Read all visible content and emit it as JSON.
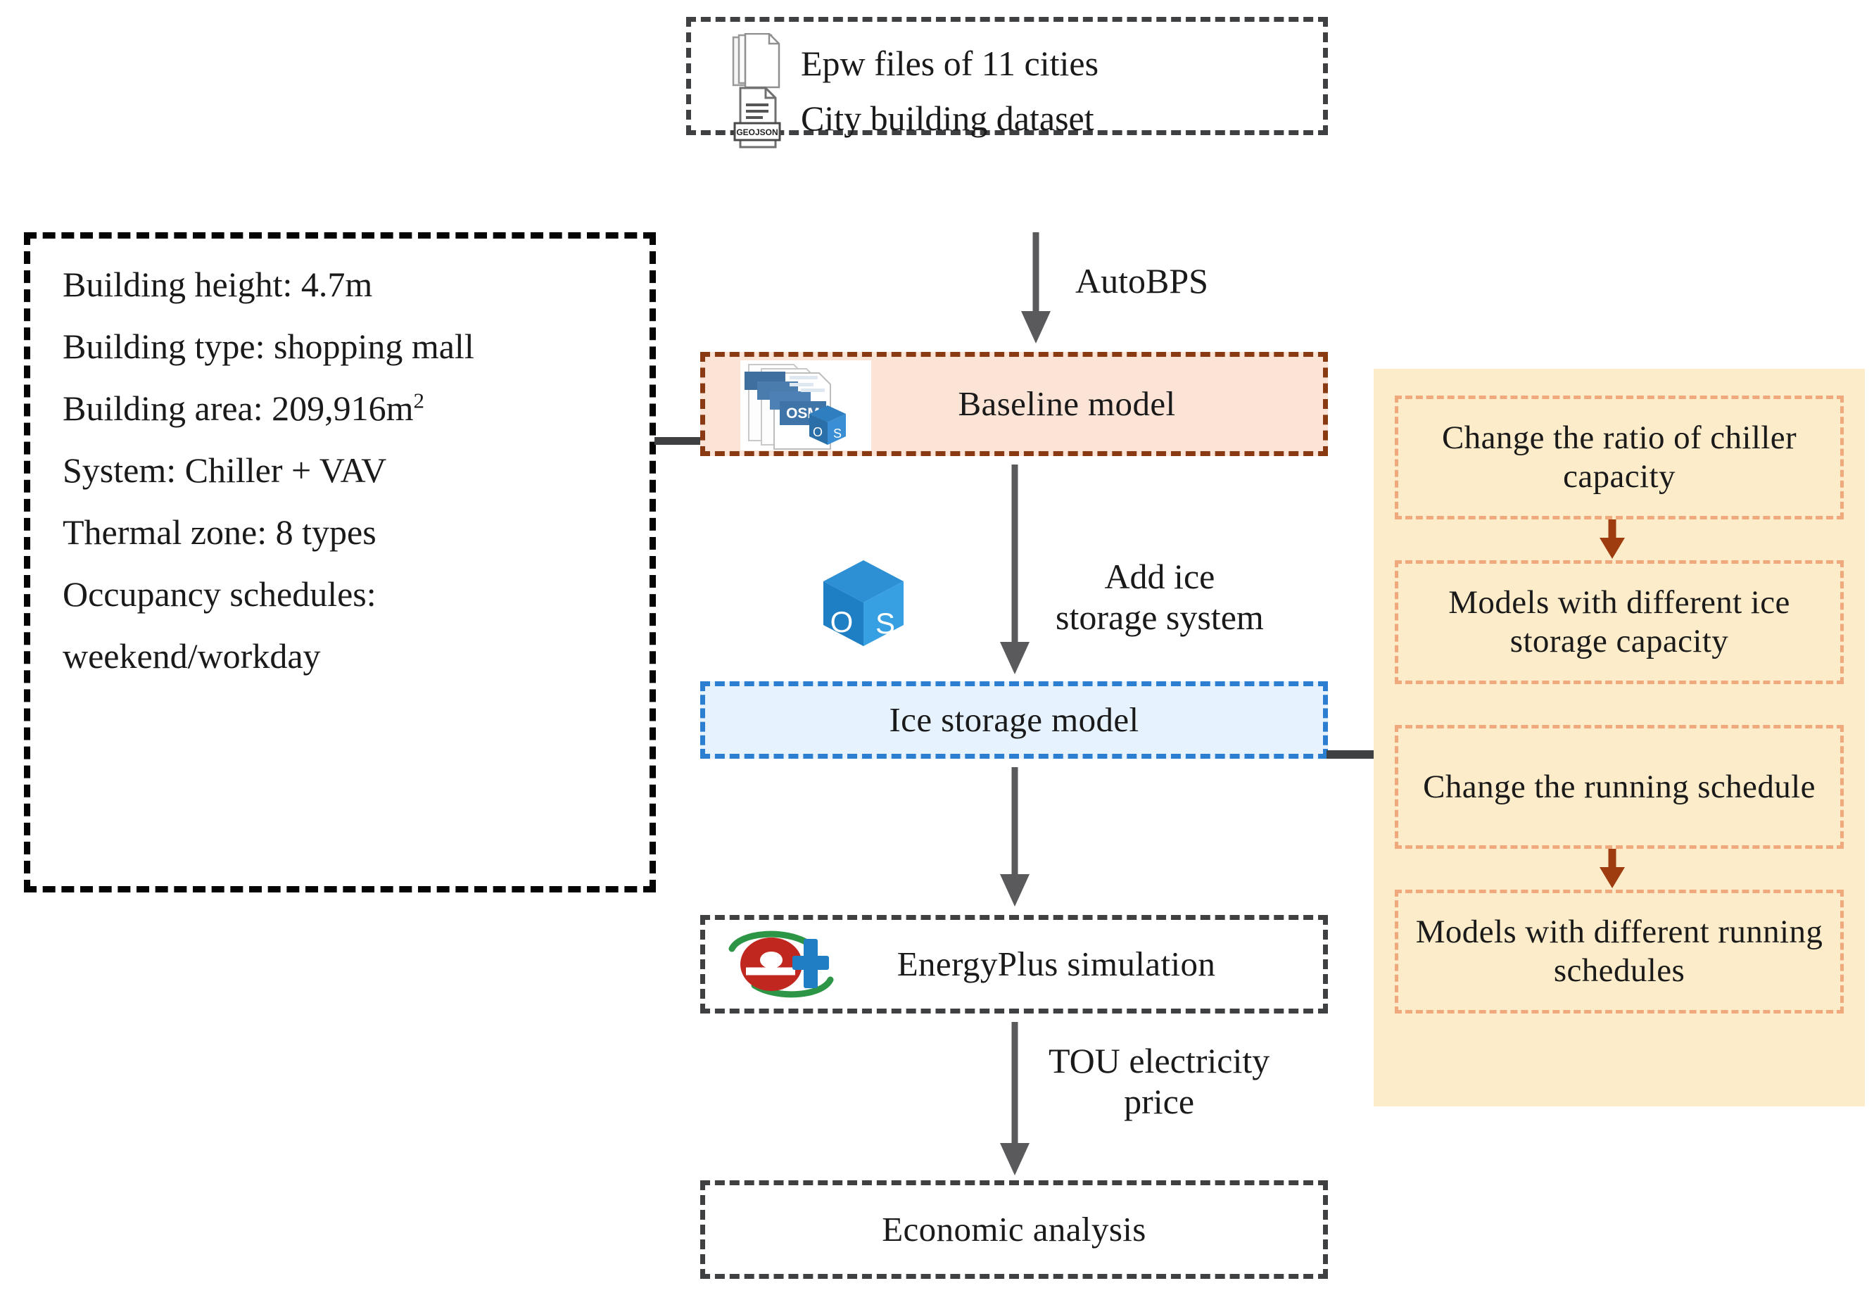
{
  "diagram": {
    "title": "Ice storage modelling workflow",
    "colors": {
      "baseline_fill": "#FBE3D5",
      "baseline_border": "#8A3A12",
      "ice_fill": "#E6F2FD",
      "ice_border": "#2C7FD0",
      "variations_fill": "#FCECC9",
      "variations_border": "#F0A97C",
      "dark_border": "#3F4042",
      "black_border": "#050505",
      "arrow_gray": "#5A5A5C",
      "arrow_brown": "#9E3C10"
    }
  },
  "source_box": {
    "name": "data-sources",
    "rows": [
      {
        "icon": "epw-files-icon",
        "label": "Epw files of 11 cities"
      },
      {
        "icon": "geojson-file-icon",
        "label": "City building dataset",
        "icon_tag": "GEOJSON"
      }
    ]
  },
  "spec_box": {
    "name": "building-specification",
    "lines": [
      {
        "text": "Building height: 4.7m"
      },
      {
        "text": "Building type: shopping mall"
      },
      {
        "text": "Building area: 209,916m",
        "sup": "2"
      },
      {
        "text": "System: Chiller + VAV"
      },
      {
        "text": "Thermal zone: 8 types"
      },
      {
        "text": "Occupancy schedules:"
      },
      {
        "text": "weekend/workday"
      }
    ]
  },
  "flow": {
    "baseline": {
      "label": "Baseline model",
      "icon": "osm-files-icon"
    },
    "ice": {
      "label": "Ice storage model"
    },
    "eplus": {
      "label": "EnergyPlus simulation",
      "icon": "energyplus-logo-icon"
    },
    "econ": {
      "label": "Economic analysis"
    }
  },
  "arrows": {
    "autobps": "AutoBPS",
    "add_ice": "Add ice\nstorage system",
    "tou": "TOU electricity\nprice"
  },
  "side_icons": {
    "openstudio": "openstudio-cube-icon"
  },
  "variations": {
    "name": "parameter-variations-panel",
    "items": [
      {
        "label": "Change the ratio\nof chiller capacity"
      },
      {
        "label": "Models with different\nice storage capacity"
      },
      {
        "label": "Change the\nrunning schedule"
      },
      {
        "label": "Models with different\nrunning schedules"
      }
    ]
  }
}
